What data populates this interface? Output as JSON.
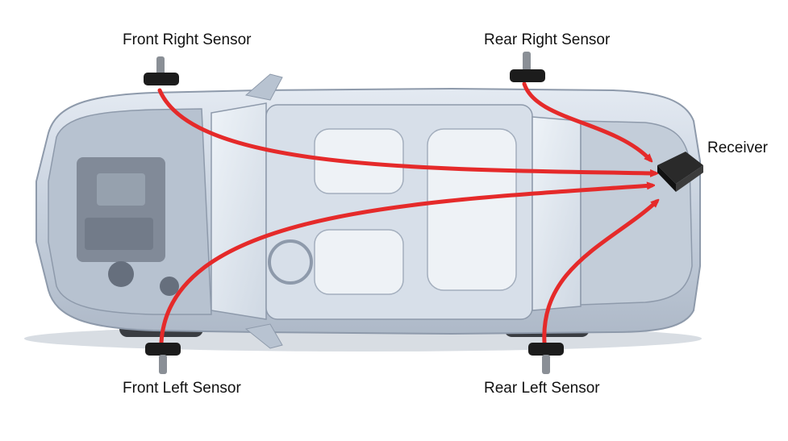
{
  "labels": {
    "front_right": "Front Right Sensor",
    "rear_right": "Rear Right Sensor",
    "front_left": "Front Left Sensor",
    "rear_left": "Rear Left Sensor",
    "receiver": "Receiver"
  },
  "colors": {
    "arrow": "#e52a2a",
    "car_body": "#c9d3e0",
    "sensor": "#1c1c1c",
    "tire": "#3a3d42"
  }
}
